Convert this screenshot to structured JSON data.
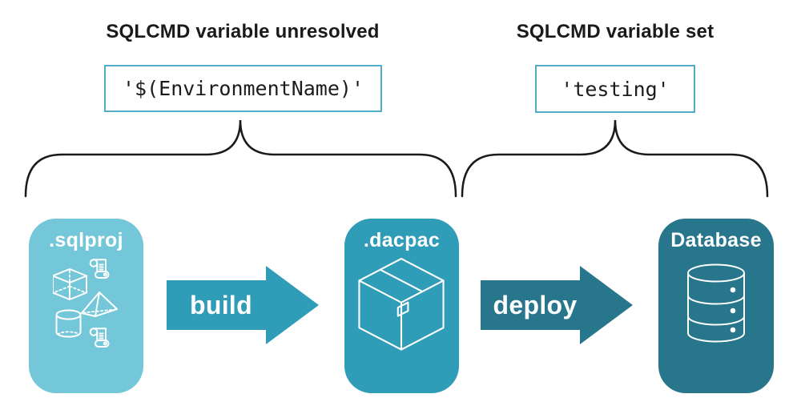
{
  "annotations": {
    "unresolved": {
      "heading": "SQLCMD variable unresolved",
      "code": "'$(EnvironmentName)'"
    },
    "resolved": {
      "heading": "SQLCMD variable set",
      "code": "'testing'"
    }
  },
  "pipeline": {
    "nodes": [
      {
        "label": ".sqlproj",
        "icon": "sql-objects-icon",
        "color": "#74C7D9"
      },
      {
        "label": ".dacpac",
        "icon": "package-icon",
        "color": "#2F9CB8"
      },
      {
        "label": "Database",
        "icon": "database-icon",
        "color": "#27768C"
      }
    ],
    "arrows": [
      {
        "label": "build",
        "color": "#2F9CB8"
      },
      {
        "label": "deploy",
        "color": "#27768C"
      }
    ]
  },
  "colors": {
    "sqlproj_box": "#74C7D9",
    "dacpac_box": "#2F9CB8",
    "database_box": "#27768C",
    "build_arrow": "#2F9CB8",
    "deploy_arrow": "#27768C",
    "code_box_border": "#4FADC9",
    "text": "#1A1A1A",
    "brace": "#1A1A1A",
    "icon_stroke": "#FFFFFF"
  }
}
